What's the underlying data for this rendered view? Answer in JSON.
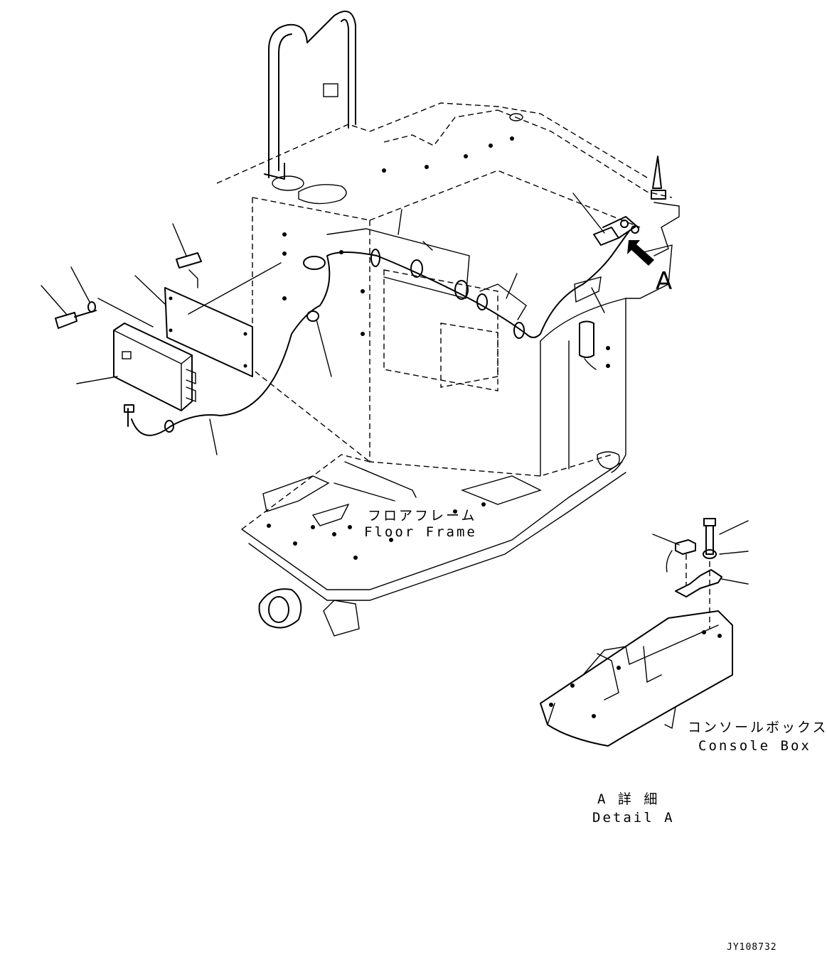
{
  "labels": {
    "floor_frame_ja": "フロアフレーム",
    "floor_frame_en": "Floor Frame",
    "console_box_ja": "コンソールボックス",
    "console_box_en": "Console Box",
    "detail_a_ja": "A 詳 細",
    "detail_a_en": "Detail A",
    "view_marker": "A",
    "drawing_code": "JY108732"
  },
  "icons": [
    "view-arrow-icon"
  ]
}
